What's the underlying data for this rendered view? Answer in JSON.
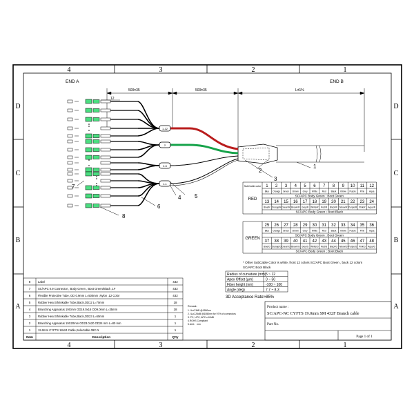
{
  "frame": {
    "columns": [
      "4",
      "3",
      "2",
      "1"
    ],
    "rows": [
      "D",
      "C",
      "B",
      "A"
    ]
  },
  "ends": {
    "end_a": "END A",
    "end_b": "END B"
  },
  "dimensions": {
    "seg1": "500±35",
    "seg2": "500±35",
    "seg3": "L±1%"
  },
  "breakout_labels": [
    "1-12",
    "2",
    "2-5",
    "4",
    "1-1"
  ],
  "callouts": [
    "1",
    "2",
    "3",
    "4",
    "5",
    "6",
    "7",
    "8"
  ],
  "connector_count_label": "12",
  "colors": {
    "red": "#b91c1c",
    "green": "#16a34a",
    "connector_green": "#4ade80",
    "black": "#000000"
  },
  "fiber_table": {
    "header_label": "SubCable color",
    "red_label": "RED",
    "green_label": "GREEN",
    "red_numbers_1": [
      "1",
      "2",
      "3",
      "4",
      "5",
      "6",
      "7",
      "8",
      "9",
      "10",
      "11",
      "12"
    ],
    "red_numbers_2": [
      "13",
      "14",
      "15",
      "16",
      "17",
      "18",
      "19",
      "20",
      "21",
      "22",
      "23",
      "24"
    ],
    "red_colors_1": [
      "Blue",
      "Orange",
      "Green",
      "Brown",
      "Grey",
      "White",
      "Red",
      "Black",
      "Yellow",
      "Purple",
      "Pink",
      "Aqua"
    ],
    "red_colors_2": [
      "Blue/R",
      "Orange/R",
      "Green/R",
      "Brown/R",
      "Grey/R",
      "White/R",
      "Red/R",
      "Black/R",
      "Yellow/R",
      "Purple/R",
      "Pink/R",
      "Aqua/R"
    ],
    "red_connector": "SC/APC  Body Green ; Boot Green",
    "red_connector_2": "SC/APC  Body Green ; Boot Black",
    "green_numbers_1": [
      "25",
      "26",
      "27",
      "28",
      "29",
      "30",
      "31",
      "32",
      "33",
      "34",
      "35",
      "36"
    ],
    "green_numbers_2": [
      "37",
      "38",
      "39",
      "40",
      "41",
      "42",
      "43",
      "44",
      "45",
      "46",
      "47",
      "48"
    ],
    "green_colors_1": [
      "Blue",
      "Orange",
      "Green",
      "Brown",
      "Grey",
      "White",
      "Red",
      "Black",
      "Yellow",
      "Purple",
      "Pink",
      "Aqua"
    ],
    "green_colors_2": [
      "Blue/G",
      "Orange/G",
      "Green/G",
      "Brown/G",
      "Grey/G",
      "White/G",
      "Red/G",
      "Black/G",
      "Yellow/G",
      "Purple/G",
      "Pink/G",
      "Aqua/G"
    ],
    "green_connector": "SC/APC  Body Green ; Boot Green",
    "green_connector_2": "SC/APC  Body Green ; Boot Black",
    "note_1": "* Other  SubCable Color is white, front 12 colors SC/APC Boot Green   ,  back 12 colors",
    "note_2": "SC/APC Boot Black"
  },
  "spec_table": {
    "rows": [
      {
        "label": "Radius of curvature (mm)",
        "value": "5 ~ 12"
      },
      {
        "label": "Apex Offset (μm)",
        "value": "0 ~ 50"
      },
      {
        "label": "Fiber height (nm)",
        "value": "-100 ~ 100"
      },
      {
        "label": "Angle (deg)",
        "value": "7.7 ~ 8.3"
      }
    ],
    "acceptance": "3D Acceptance Rate>85%"
  },
  "notes": {
    "title": "Remark:",
    "lines": [
      "1. IL≤0.3dB @1550nm",
      "2. IL≤0.25dB @1550nm for 97% of connectors",
      "3. PC, UPC, APC ≥ 60dB",
      "4.ROHS Compliant",
      "5.Unit： mm"
    ]
  },
  "bom": {
    "rows": [
      {
        "item": "8",
        "description": "Label",
        "qty": "432"
      },
      {
        "item": "7",
        "description": "SC/APC 0.9 Connector , Body Green , Boot Green/Black ,1F",
        "qty": "432"
      },
      {
        "item": "6",
        "description": "Flexible Protective Tube,  OD 0.9mm  L=500mm ,Nylon  ,12 Color",
        "qty": "432"
      },
      {
        "item": "5",
        "description": "Rubber Heat Shrinkable Tube,Black,OD12    L=70mm",
        "qty": "18"
      },
      {
        "item": "4",
        "description": "Branching Apparatus 19Gmm OD19.0x16 OD9.0mm L=35mm",
        "qty": "18"
      },
      {
        "item": "3",
        "description": "Rubber Heat Shrinkable Tube,Black,OD23    L=60mm",
        "qty": "1"
      },
      {
        "item": "2",
        "description": "Branching Apparatus 19X20mm OD23.0x20 OD24  mm L=80  mm",
        "qty": "1"
      },
      {
        "item": "1",
        "description": "19.0mm CYFTS 18x24 Cable,Selectable 09C.N",
        "qty": "1"
      }
    ],
    "header_item": "Item",
    "header_description": "Description",
    "header_qty": "Q'ty"
  },
  "title_block": {
    "product_name_label": "Product name :",
    "product_name": "SC/APC-NC CYFTS 19.0mm   SM 432F Branch cable",
    "part_no_label": "Part No.",
    "page": "Page 1 of 1"
  }
}
